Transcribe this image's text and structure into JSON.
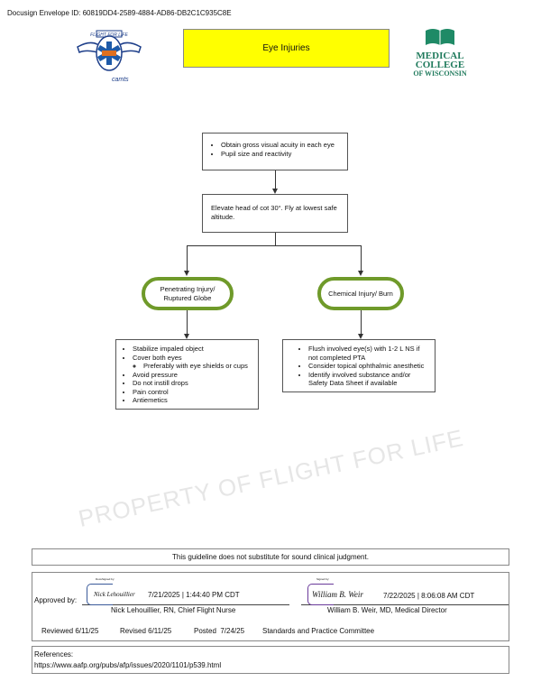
{
  "envelope_id": "Docusign Envelope ID: 60819DD4-2589-4884-AD86-DB2C1C935C8E",
  "logos": {
    "left_banner": "FLIGHT FOR LIFE",
    "left_sub": "camts",
    "right": [
      "MEDICAL",
      "COLLEGE",
      "OF WISCONSIN"
    ]
  },
  "title": "Eye Injuries",
  "watermark": "PROPERTY OF FLIGHT FOR LIFE",
  "flow": {
    "step1": [
      "Obtain gross visual acuity in each eye",
      "Pupil size and reactivity"
    ],
    "step2": "Elevate head of cot 30°. Fly at lowest safe altitude.",
    "branch_left": {
      "label": "Penetrating Injury/ Ruptured Globe",
      "items": [
        "Stabilize impaled object",
        "Cover both eyes",
        "Avoid pressure",
        "Do not instill drops",
        "Pain control",
        "Antiemetics"
      ],
      "sub_item": "Preferably with eye shields or cups"
    },
    "branch_right": {
      "label": "Chemical Injury/ Burn",
      "items": [
        "Flush involved eye(s) with 1-2 L NS if not completed PTA",
        "Consider topical ophthalmic anesthetic",
        "Identify involved substance and/or Safety Data Sheet if available"
      ]
    }
  },
  "disclaimer": "This guideline does not substitute for sound clinical judgment.",
  "approval": {
    "label": "Approved by:",
    "sig1": {
      "tag": "DocuSigned by:",
      "signature": "Nick Lehouillier",
      "date": "7/21/2025 | 1:44:40 PM CDT",
      "name": "Nick Lehouillier, RN, Chief Flight Nurse"
    },
    "sig2": {
      "tag": "Signed by:",
      "signature": "William B. Weir",
      "date": "7/22/2025 | 8:06:08 AM CDT",
      "name": "William B. Weir, MD, Medical Director"
    },
    "reviewed": "Reviewed 6/11/25",
    "revised": "Revised 6/11/25",
    "posted": "Posted  7/24/25",
    "committee": "Standards and Practice Committee"
  },
  "references": {
    "label": "References:",
    "url": "https://www.aafp.org/pubs/afp/issues/2020/1101/p539.html"
  }
}
